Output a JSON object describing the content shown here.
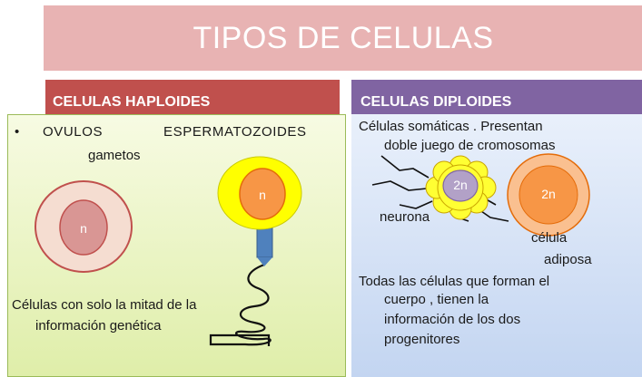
{
  "title": "TIPOS DE CELULAS",
  "haploid": {
    "header": "CELULAS HAPLOIDES",
    "bullet": "•",
    "item_ovulos": "OVULOS",
    "item_esperm": "ESPERMATOZOIDES",
    "gametos": "gametos",
    "ovum_label": "n",
    "sperm_label": "n",
    "desc_line1": "Células con solo la mitad de la",
    "desc_line2": "información genética"
  },
  "diploid": {
    "header": "CELULAS DIPLOIDES",
    "line1": "Células somáticas . Presentan",
    "line2": "doble juego de cromosomas",
    "neuron_label": "2n",
    "neuron_caption": "neurona",
    "adipose_label": "2n",
    "adipose_caption1": "célula",
    "adipose_caption2": "adiposa",
    "desc_line1": "Todas las células que forman el",
    "desc_line2": "cuerpo , tienen la",
    "desc_line3": "información de los dos",
    "desc_line4": "progenitores"
  },
  "colors": {
    "title_bg": "#e8b3b3",
    "haploid_header": "#c0504d",
    "diploid_header": "#8064a2",
    "haploid_panel": "#dfeea9",
    "diploid_panel": "#c3d5f1"
  }
}
